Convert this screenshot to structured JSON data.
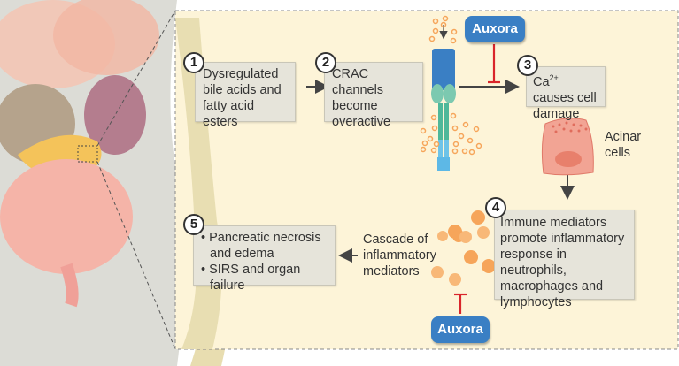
{
  "steps": [
    {
      "number": "1",
      "text": "Dysregulated bile acids and fatty acid esters"
    },
    {
      "number": "2",
      "text": "CRAC channels become overactive"
    },
    {
      "number": "3",
      "text_prefix": "Ca",
      "text_sup": "2+",
      "text_suffix": " causes cell damage"
    },
    {
      "number": "4",
      "text": "Immune mediators promote inflammatory response in neutrophils, macrophages and lymphocytes"
    },
    {
      "number": "5",
      "bullets": [
        "Pancreatic necrosis and edema",
        "SIRS and organ failure"
      ]
    }
  ],
  "drug_label_top": "Auxora",
  "drug_label_bottom": "Auxora",
  "acinar_label": "Acinar cells",
  "cascade_label": "Cascade of inflammatory mediators",
  "colors": {
    "panel": "#fdf4d8",
    "drug": "#3a7fc4",
    "inhibit": "#d9252b",
    "calcium": "#f6a55a",
    "cell": "#f0a090"
  }
}
